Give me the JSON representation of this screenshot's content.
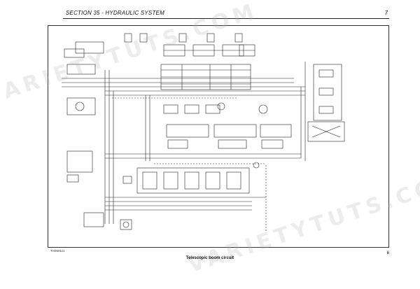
{
  "header": {
    "section_title": "SECTION 35 - HYDRAULIC SYSTEM",
    "page_number": "7"
  },
  "figure": {
    "code": "TH350111",
    "caption": "Telescopic boom circuit",
    "number": "6"
  },
  "watermark": {
    "text": "VARIETYTUTS.COM"
  },
  "colors": {
    "line": "#222222",
    "watermark": "#aaaaaa"
  }
}
